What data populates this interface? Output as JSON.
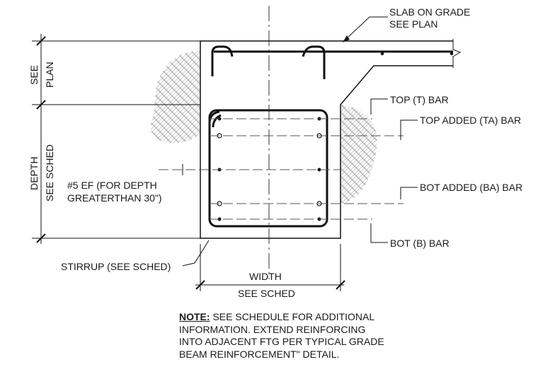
{
  "labels": {
    "slab_line1": "SLAB ON GRADE",
    "slab_line2": "SEE PLAN",
    "see": "SEE",
    "plan": "PLAN",
    "depth": "DEPTH",
    "see_sched_vertical": "SEE SCHED",
    "top_bar": "TOP (T) BAR",
    "top_added_bar": "TOP ADDED (TA) BAR",
    "ef_line1": "#5 EF (FOR DEPTH",
    "ef_line2": "GREATERTHAN 30\")",
    "bot_added_bar": "BOT ADDED (BA) BAR",
    "bot_bar": "BOT (B) BAR",
    "stirrup": "STIRRUP (SEE SCHED)",
    "width": "WIDTH",
    "see_sched": "SEE SCHED"
  },
  "note": {
    "heading": "NOTE:",
    "line1": " SEE SCHEDULE FOR ADDITIONAL",
    "line2": "INFORMATION.  EXTEND REINFORCING",
    "line3": "INTO ADJACENT FTG PER TYPICAL GRADE",
    "line4": "BEAM REINFORCEMENT\" DETAIL."
  }
}
